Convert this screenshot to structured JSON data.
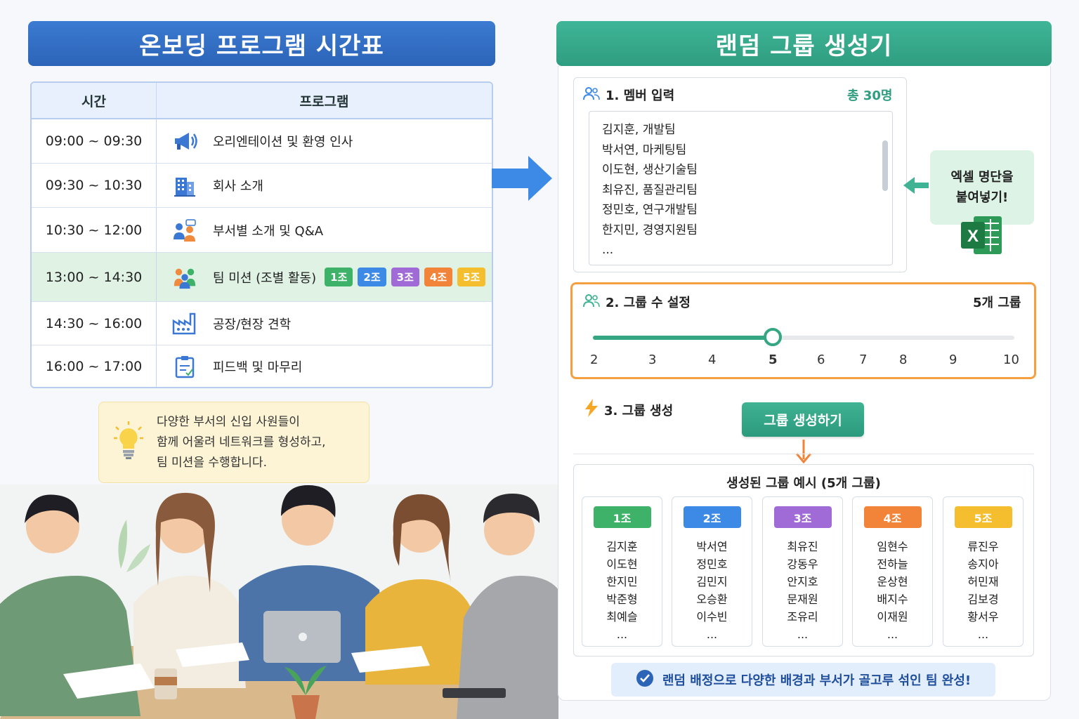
{
  "schedule": {
    "title": "온보딩 프로그램 시간표",
    "col_time": "시간",
    "col_program": "프로그램",
    "rows": [
      {
        "time": "09:00 ~ 09:30",
        "program": "오리엔테이션 및 환영 인사",
        "icon": "megaphone-icon"
      },
      {
        "time": "09:30 ~ 10:30",
        "program": "회사 소개",
        "icon": "building-icon"
      },
      {
        "time": "10:30 ~ 12:00",
        "program": "부서별 소개 및 Q&A",
        "icon": "people-chat-icon"
      },
      {
        "time": "13:00 ~ 14:30",
        "program": "팀 미션 (조별 활동)",
        "icon": "team-icon",
        "highlight": true
      },
      {
        "time": "14:30 ~ 16:00",
        "program": "공장/현장 견학",
        "icon": "factory-icon"
      },
      {
        "time": "16:00 ~ 17:00",
        "program": "피드백 및 마무리",
        "icon": "clipboard-icon"
      }
    ],
    "team_tags": [
      "1조",
      "2조",
      "3조",
      "4조",
      "5조"
    ]
  },
  "tip": {
    "line1": "다양한 부서의 신입 사원들이",
    "line2": "함께 어울려 네트워크를 형성하고,",
    "line3": "팀 미션을 수행합니다."
  },
  "generator": {
    "title": "랜덤 그룹 생성기",
    "member_section": "1. 멤버 입력",
    "member_total": "총 30명",
    "members": [
      "김지훈, 개발팀",
      "박서연, 마케팅팀",
      "이도현, 생산기술팀",
      "최유진, 품질관리팀",
      "정민호, 연구개발팀",
      "한지민, 경영지원팀",
      "..."
    ],
    "excel_line1": "엑셀 명단을",
    "excel_line2": "붙여넣기!",
    "group_section": "2. 그룹 수 설정",
    "group_count_label": "5개 그룹",
    "slider": {
      "min": 2,
      "max": 10,
      "value": 5,
      "ticks": [
        "2",
        "3",
        "4",
        "5",
        "6",
        "7",
        "8",
        "9",
        "10"
      ]
    },
    "generate_section": "3. 그룹 생성",
    "generate_button": "그룹 생성하기",
    "result_title": "생성된 그룹 예시 (5개 그룹)",
    "groups": [
      {
        "name": "1조",
        "members": [
          "김지훈",
          "이도현",
          "한지민",
          "박준형",
          "최예슬",
          "..."
        ]
      },
      {
        "name": "2조",
        "members": [
          "박서연",
          "정민호",
          "김민지",
          "오승환",
          "이수빈",
          "..."
        ]
      },
      {
        "name": "3조",
        "members": [
          "최유진",
          "강동우",
          "안지호",
          "문재원",
          "조유리",
          "..."
        ]
      },
      {
        "name": "4조",
        "members": [
          "임현수",
          "전하늘",
          "운상현",
          "배지수",
          "이재원",
          "..."
        ]
      },
      {
        "name": "5조",
        "members": [
          "류진우",
          "송지아",
          "허민재",
          "김보경",
          "황서우",
          "..."
        ]
      }
    ],
    "banner": "랜덤 배정으로 다양한 배경과 부서가 골고루 섞인 팀 완성!"
  },
  "colors": {
    "blue_header": "#2c64b8",
    "green_header": "#2f9d80",
    "slider_accent": "#35a682",
    "orange_border": "#f5a040",
    "group_colors": [
      "#3fb26a",
      "#3d8ae6",
      "#a06bd6",
      "#f2843a",
      "#f5be2e"
    ]
  }
}
